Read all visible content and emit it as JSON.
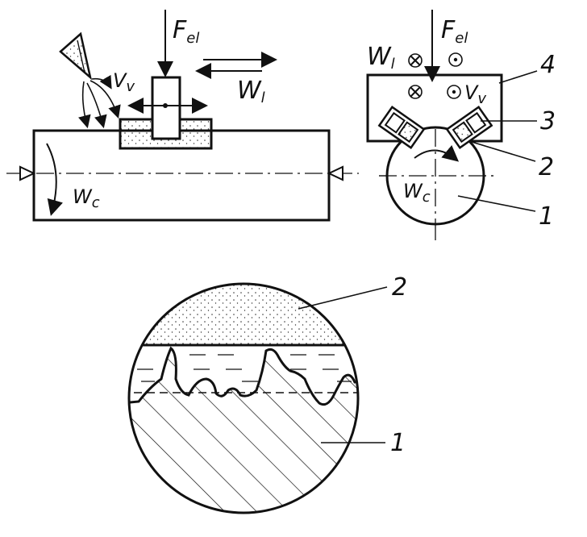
{
  "labels": {
    "force": {
      "main": "F",
      "sub": "el"
    },
    "feed": {
      "main": "W",
      "sub": "l"
    },
    "oscillation": {
      "main": "V",
      "sub": "v"
    },
    "rotation": {
      "main": "W",
      "sub": "c"
    },
    "part_numbers": [
      "1",
      "2",
      "3",
      "4"
    ]
  },
  "colors": {
    "ink": "#111111",
    "background": "#ffffff"
  }
}
